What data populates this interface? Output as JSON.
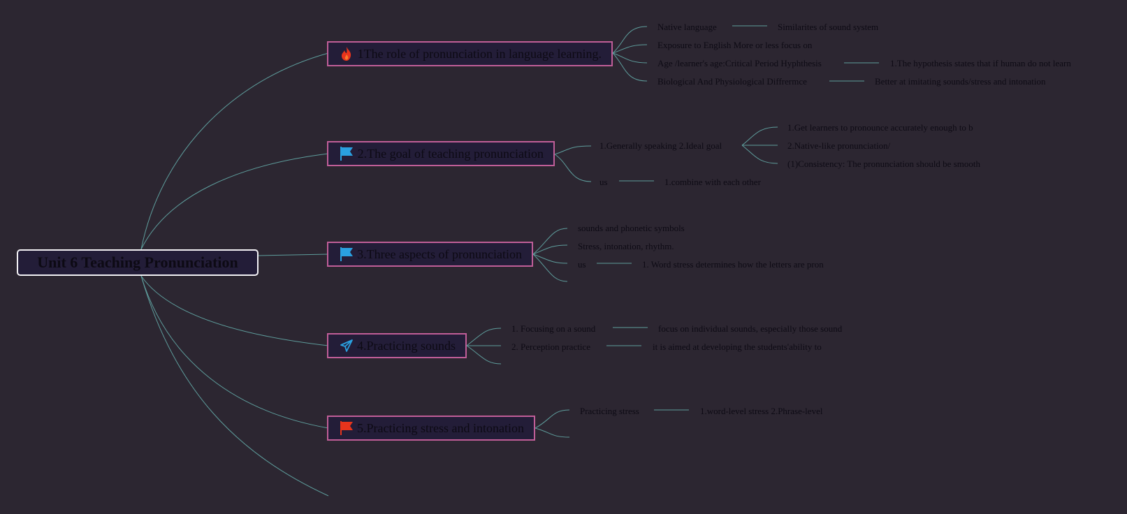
{
  "root": {
    "title": "Unit 6 Teaching Pronunciation"
  },
  "colors": {
    "background": "#2c2631",
    "connector": "#5e9d9c",
    "topic_border": "#c05e98",
    "root_border": "#f2f0f4",
    "topic_fill": "#231d38"
  },
  "topics": [
    {
      "label": "1The role of pronunciation in language learning.",
      "icon": "fire-icon",
      "children": [
        {
          "label": "Native language",
          "detail": "Similarites of sound system"
        },
        {
          "label": "Exposure to English More or less focus on"
        },
        {
          "label": "Age /learner's age:Critical Period Hyphthesis",
          "detail": "1.The hypothesis states that if human do not learn"
        },
        {
          "label": "Biological And Physiological Diffrermce",
          "detail": "Better at imitating sounds/stress and intonation"
        }
      ]
    },
    {
      "label": "2.The goal of teaching pronunciation",
      "icon": "blue-flag-icon",
      "children": [
        {
          "label": "1.Generally speaking 2.Ideal goal",
          "details": [
            "1.Get learners to pronounce accurately enough to b",
            "2.Native-like pronunciation/",
            "(1)Consistency: The pronunciation should be smooth"
          ]
        },
        {
          "label": "us",
          "detail": "1.combine with each other"
        }
      ]
    },
    {
      "label": "3.Three aspects of pronunciation",
      "icon": "blue-flag-icon",
      "children": [
        {
          "label": "sounds and phonetic symbols"
        },
        {
          "label": "Stress, intonation, rhythm."
        },
        {
          "label": "us",
          "detail": "1. Word stress determines how the letters are pron"
        },
        {
          "label": ""
        }
      ]
    },
    {
      "label": "4.Practicing sounds",
      "icon": "paper-plane-icon",
      "children": [
        {
          "label": "1. Focusing on a sound",
          "detail": "focus on individual sounds, especially those sound"
        },
        {
          "label": "2. Perception practice",
          "detail": "it is aimed at developing the students'ability to"
        },
        {
          "label": ""
        }
      ]
    },
    {
      "label": "5.Practicing stress and intonation",
      "icon": "red-flag-icon",
      "children": [
        {
          "label": "Practicing stress",
          "detail": "1.word-level stress 2.Phrase-level"
        },
        {
          "label": ""
        }
      ]
    }
  ]
}
